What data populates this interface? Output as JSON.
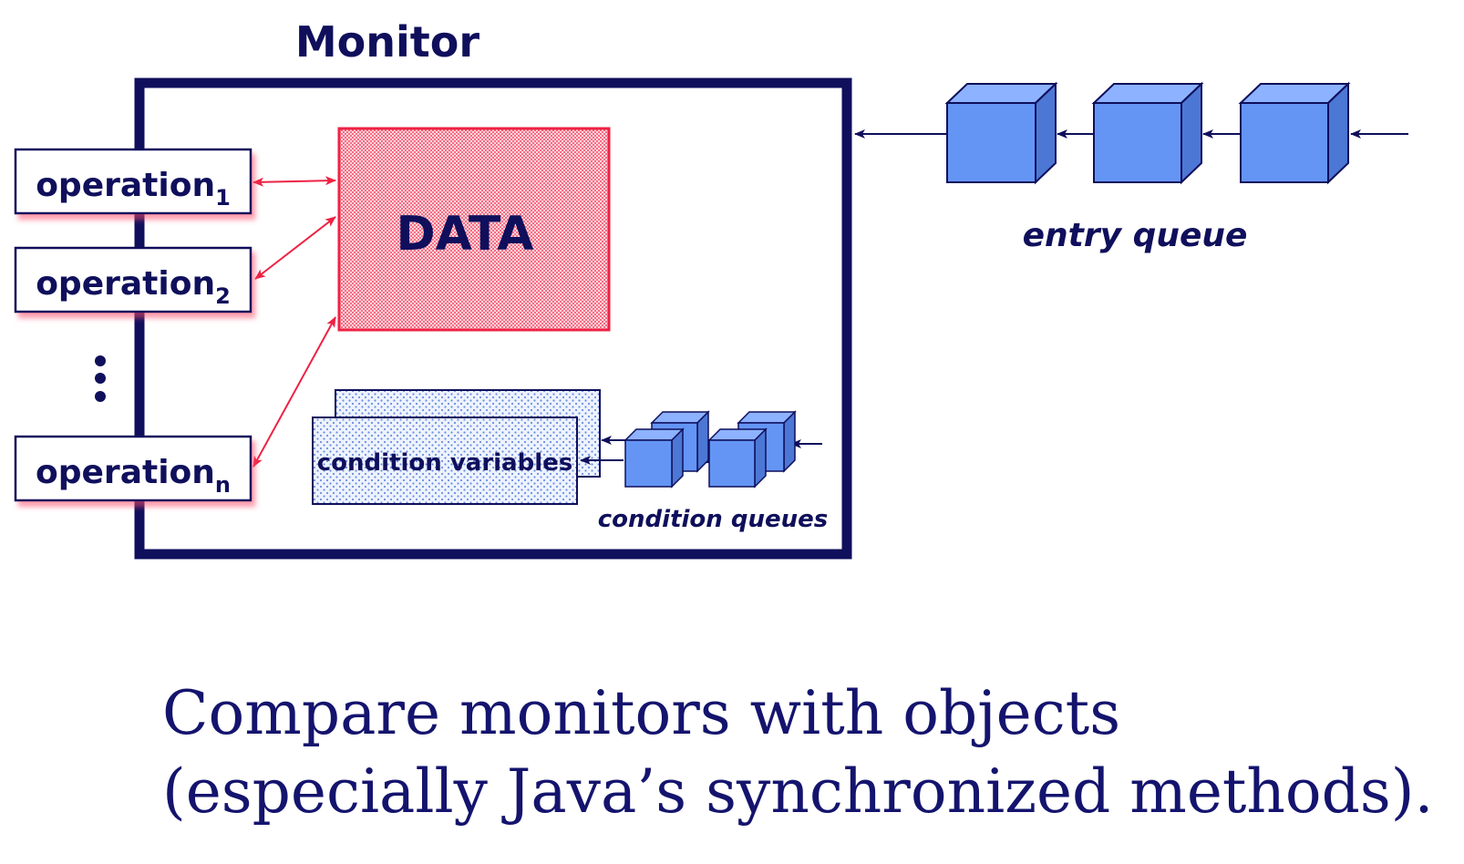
{
  "title": "Monitor",
  "data_label": "DATA",
  "operations": [
    {
      "base": "operation",
      "sub": "1"
    },
    {
      "base": "operation",
      "sub": "2"
    },
    {
      "base": "operation",
      "sub": "n"
    }
  ],
  "entry_queue_label": "entry queue",
  "condition_variables_label": "condition variables",
  "condition_queues_label": "condition queues",
  "caption": {
    "line1": "Compare monitors with objects",
    "line2": "(especially Java’s synchronized methods)."
  },
  "colors": {
    "navy": "#0f0f5c",
    "data_red": "#ee2244",
    "queue_blue": "#6495f5",
    "queue_blue_side": "#4c77d4",
    "queue_blue_top": "#8db2ff",
    "cv_blue": "#6a8fe0"
  }
}
